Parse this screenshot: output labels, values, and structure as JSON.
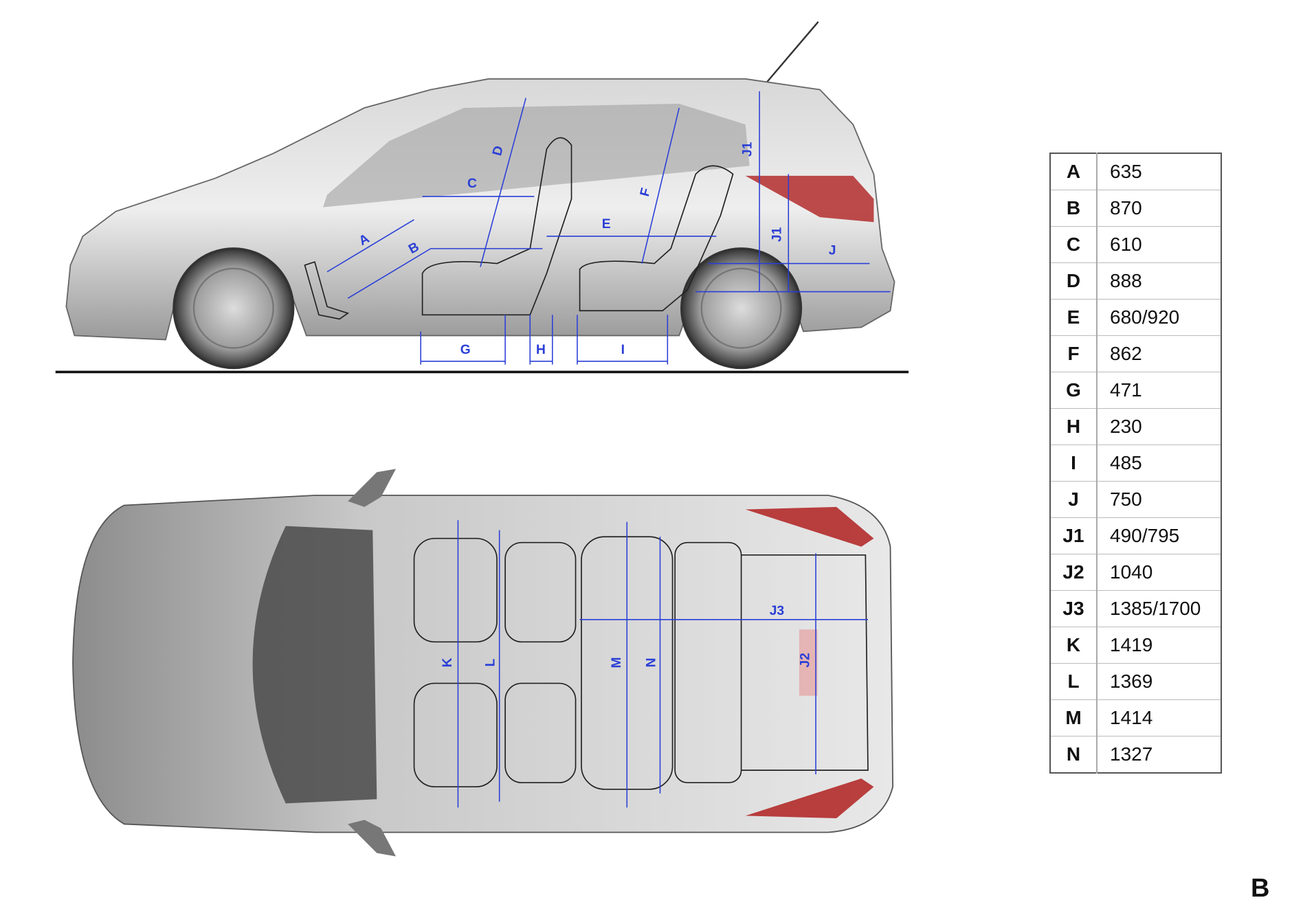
{
  "dimension_table": [
    {
      "key": "A",
      "value": "635"
    },
    {
      "key": "B",
      "value": "870"
    },
    {
      "key": "C",
      "value": "610"
    },
    {
      "key": "D",
      "value": "888"
    },
    {
      "key": "E",
      "value": "680/920"
    },
    {
      "key": "F",
      "value": "862"
    },
    {
      "key": "G",
      "value": "471"
    },
    {
      "key": "H",
      "value": "230"
    },
    {
      "key": "I",
      "value": "485"
    },
    {
      "key": "J",
      "value": "750"
    },
    {
      "key": "J1",
      "value": "490/795"
    },
    {
      "key": "J2",
      "value": "1040"
    },
    {
      "key": "J3",
      "value": "1385/1700"
    },
    {
      "key": "K",
      "value": "1419"
    },
    {
      "key": "L",
      "value": "1369"
    },
    {
      "key": "M",
      "value": "1414"
    },
    {
      "key": "N",
      "value": "1327"
    }
  ],
  "side_labels": {
    "A": "A",
    "B": "B",
    "C": "C",
    "D": "D",
    "E": "E",
    "F": "F",
    "G": "G",
    "H": "H",
    "I": "I",
    "J": "J",
    "J1": "J1"
  },
  "top_labels": {
    "K": "K",
    "L": "L",
    "M": "M",
    "N": "N",
    "J2": "J2",
    "J3": "J3"
  },
  "page_marker": "B",
  "colors": {
    "dimension_lines": "#2a3fd6",
    "car_body": "#b8b8b8",
    "tail_light": "#b02020"
  }
}
